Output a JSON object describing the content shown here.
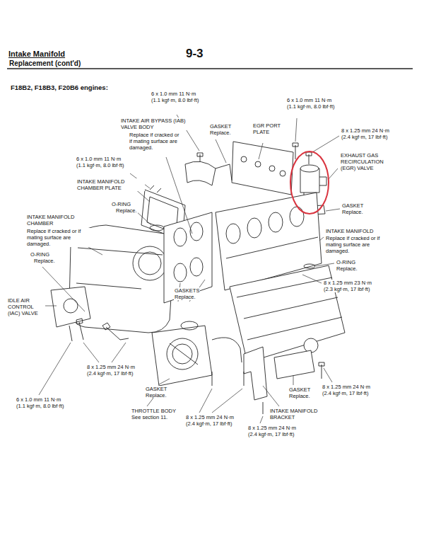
{
  "diagram": {
    "title": "Intake Manifold",
    "labels": [
      "Replacement (cont'd)",
      "9-3",
      "F18B2, F18B3, F20B6 engines:",
      "6 x 1.0 mm 11 N·m (1.1 kgf·m, 8.0 lbf·ft)",
      "GASKET",
      "Replace.",
      "EGR PORT PLATE",
      "6 x 1.0 mm 11 N·m (1.1 kgf·m, 8.0 lbf·ft)",
      "INTAKE AIR BYPASS (IAB) VALVE BODY",
      "Replace if cracked or if mating surface are damaged.",
      "8 x 1.25 mm 24 N·m (2.4 kgf·m, 17 lbf·ft)",
      "EXHAUST GAS RECIRCULATION (EGR) VALVE",
      "6 x 1.0 mm 11 N·m (1.1 kgf·m, 8.0 lbf·ft)",
      "INTAKE MANIFOLD CHAMBER PLATE",
      "O-RING",
      "Replace.",
      "GASKET",
      "Replace.",
      "INTAKE MANIFOLD CHAMBER",
      "Replace if cracked or if mating surface are damaged.",
      "INTAKE MANIFOLD",
      "Replace if cracked or if mating surface are damaged.",
      "O-RING",
      "Replace.",
      "O-RING",
      "Replace.",
      "8 x 1.25 mm 23 N·m (2.3 kgf·m, 17 lbf·ft)",
      "IDLE AIR CONTROL (IAC) VALVE",
      "GASKETS",
      "Replace.",
      "8 x 1.25 mm 24 N·m (2.4 kgf·m, 17 lbf·ft)",
      "8 x 1.25 mm 24 N·m (2.4 kgf·m, 17 lbf·ft)",
      "GASKET",
      "Replace.",
      "GASKET",
      "Replace.",
      "6 x 1.0 mm 11 N·m (1.1 kgf·m, 8.0 lbf·ft)",
      "THROTTLE BODY",
      "See section 11.",
      "8 x 1.25 mm 24 N·m (2.4 kgf·m, 17 lbf·ft)",
      "INTAKE MANIFOLD BRACKET",
      "8 x 1.25 mm 24 N·m (2.4 kgf·m, 17 lbf·ft)"
    ]
  }
}
